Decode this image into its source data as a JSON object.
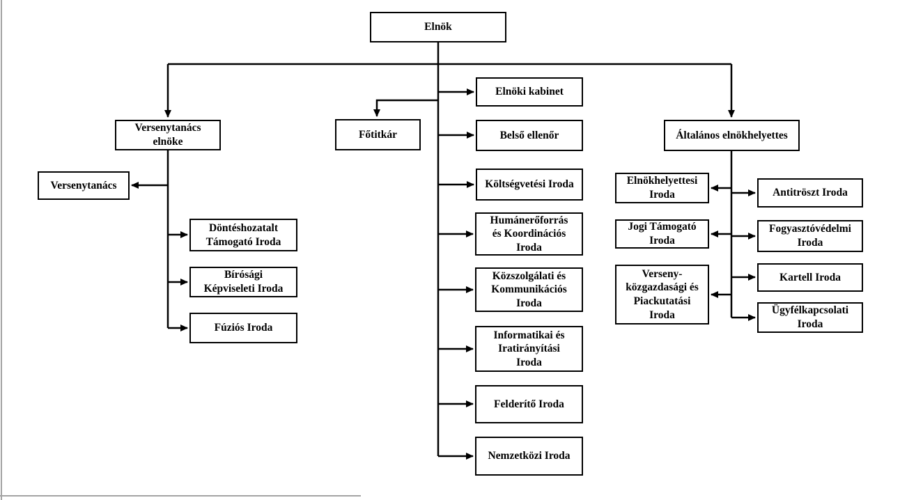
{
  "diagram": {
    "type": "org-chart",
    "language": "hu",
    "colors": {
      "box_border": "#000000",
      "box_bg": "#ffffff",
      "line": "#000000",
      "text": "#000000",
      "page_edge": "#a3a3a3"
    }
  },
  "nodes": {
    "elnok": {
      "label": "Elnök"
    },
    "vt_elnoke": {
      "label": "Versenytanács\nelnöke"
    },
    "versenytanacs": {
      "label": "Versenytanács"
    },
    "dontes": {
      "label": "Döntéshozatalt\nTámogató Iroda"
    },
    "birosagi": {
      "label": "Bírósági\nKépviseleti Iroda"
    },
    "fuzios": {
      "label": "Fúziós Iroda"
    },
    "fotitkar": {
      "label": "Főtitkár"
    },
    "kabinet": {
      "label": "Elnöki kabinet"
    },
    "belso": {
      "label": "Belső ellenőr"
    },
    "koltsegvetesi": {
      "label": "Költségvetési Iroda"
    },
    "human": {
      "label": "Humánerőforrás\nés Koordinációs\nIroda"
    },
    "kozszolgalati": {
      "label": "Közszolgálati és\nKommunikációs\nIroda"
    },
    "informatikai": {
      "label": "Informatikai és\nIratirányítási\nIroda"
    },
    "felderito": {
      "label": "Felderítő Iroda"
    },
    "nemzetkozi": {
      "label": "Nemzetközi Iroda"
    },
    "altalanos": {
      "label": "Általános elnökhelyettes"
    },
    "elnokhelyettesi": {
      "label": "Elnökhelyettesi\nIroda"
    },
    "jogi": {
      "label": "Jogi Támogató\nIroda"
    },
    "verseny_kozg": {
      "label": "Verseny-\nközgazdasági és\nPiackutatási\nIroda"
    },
    "antitroszt": {
      "label": "Antitröszt Iroda"
    },
    "fogyasztovedelmi": {
      "label": "Fogyasztóvédelmi\nIroda"
    },
    "kartell": {
      "label": "Kartell Iroda"
    },
    "ugyfelkapcsolati": {
      "label": "Ügyfélkapcsolati\nIroda"
    }
  },
  "edges": [
    {
      "from": "elnok",
      "to": "vt_elnoke"
    },
    {
      "from": "elnok",
      "to": "altalanos"
    },
    {
      "from": "elnok",
      "to": "fotitkar"
    },
    {
      "from": "elnok",
      "to": "kabinet"
    },
    {
      "from": "elnok",
      "to": "belso"
    },
    {
      "from": "elnok",
      "to": "koltsegvetesi"
    },
    {
      "from": "elnok",
      "to": "human"
    },
    {
      "from": "elnok",
      "to": "kozszolgalati"
    },
    {
      "from": "elnok",
      "to": "informatikai"
    },
    {
      "from": "elnok",
      "to": "felderito"
    },
    {
      "from": "elnok",
      "to": "nemzetkozi"
    },
    {
      "from": "vt_elnoke",
      "to": "versenytanacs"
    },
    {
      "from": "vt_elnoke",
      "to": "dontes"
    },
    {
      "from": "vt_elnoke",
      "to": "birosagi"
    },
    {
      "from": "vt_elnoke",
      "to": "fuzios"
    },
    {
      "from": "altalanos",
      "to": "elnokhelyettesi"
    },
    {
      "from": "altalanos",
      "to": "jogi"
    },
    {
      "from": "altalanos",
      "to": "verseny_kozg"
    },
    {
      "from": "altalanos",
      "to": "antitroszt"
    },
    {
      "from": "altalanos",
      "to": "fogyasztovedelmi"
    },
    {
      "from": "altalanos",
      "to": "kartell"
    },
    {
      "from": "altalanos",
      "to": "ugyfelkapcsolati"
    }
  ]
}
